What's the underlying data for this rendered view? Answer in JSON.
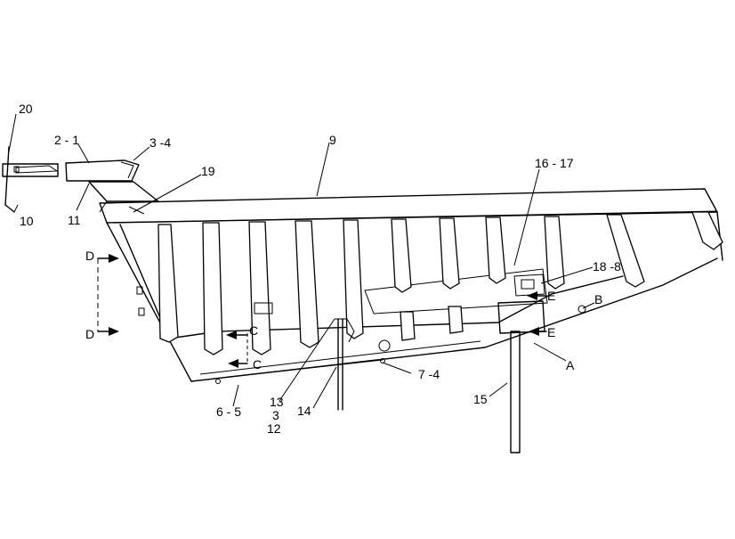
{
  "labels": {
    "l20": "20",
    "l2_1": "2 - 1",
    "l3_4": "3 -4",
    "l9": "9",
    "l16_17": "16 - 17",
    "l19": "19",
    "l10": "10",
    "l11": "11",
    "lD_top": "D",
    "lD_bot": "D",
    "l18_8": "18 -8",
    "lE_top": "E",
    "lE_bot": "E",
    "lB": "B",
    "lA": "A",
    "lC_top": "C",
    "lC_bot": "C",
    "l7_4": "7 -4",
    "l6_5": "6 - 5",
    "l13": "13",
    "l3": "3",
    "l12": "12",
    "l14": "14",
    "l15": "15"
  }
}
